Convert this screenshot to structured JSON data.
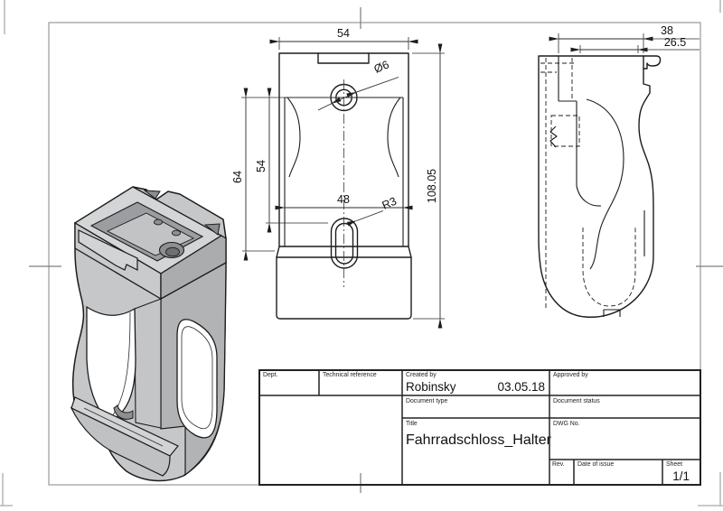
{
  "drawing": {
    "dimensions": {
      "front_width": "54",
      "front_hole": "Ø6",
      "front_offset_outer": "64",
      "front_offset_inner": "54",
      "front_slot_spacing": "48",
      "front_slot_radius": "R3",
      "front_height": "108.05",
      "side_width": "38",
      "side_inner": "26.5"
    },
    "title_block": {
      "dept_label": "Dept.",
      "technical_reference_label": "Technical reference",
      "created_by_label": "Created by",
      "created_by_value": "Robinsky",
      "created_date": "03.05.18",
      "approved_by_label": "Approved by",
      "document_type_label": "Document type",
      "document_status_label": "Document status",
      "title_label": "Title",
      "title_value": "Fahrradschloss_Halter",
      "dwg_no_label": "DWG No.",
      "rev_label": "Rev.",
      "date_of_issue_label": "Date of issue",
      "sheet_label": "Sheet",
      "sheet_value": "1/1"
    },
    "colors": {
      "line": "#1c1c1c",
      "frame_gray": "#9a9a9a",
      "model_light": "#d4d5d7",
      "model_mid": "#c6c7c9",
      "model_dark": "#9c9da0"
    }
  }
}
